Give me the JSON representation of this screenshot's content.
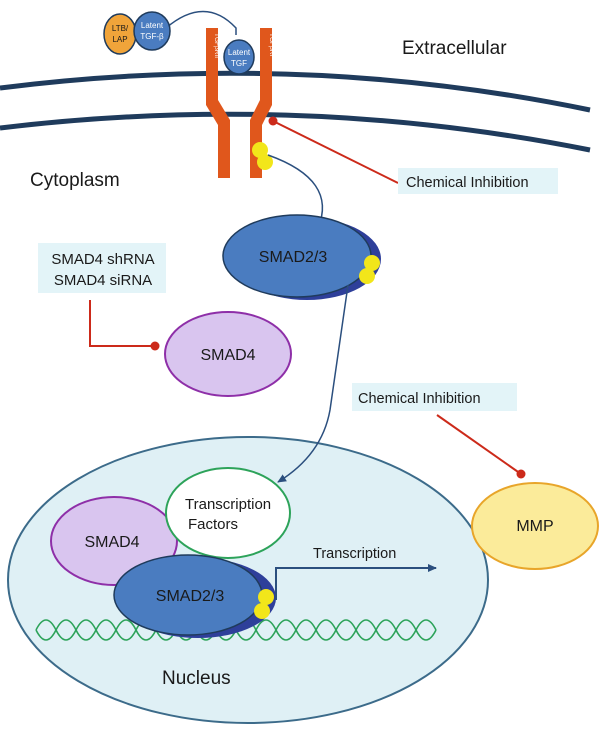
{
  "regions": {
    "extracellular": "Extracellular",
    "cytoplasm": "Cytoplasm",
    "nucleus": "Nucleus"
  },
  "ligands": {
    "ltbp_lap": [
      "LTB/",
      "LAP"
    ],
    "latent_tgf_b_top": [
      "Latent",
      "TGF-β"
    ],
    "latent_tgf_bound": [
      "Latent",
      "TGF"
    ]
  },
  "receptors": {
    "left_label": "TGFβRII",
    "right_label": "TGFβRI"
  },
  "proteins": {
    "smad23_cytoplasm": "SMAD2/3",
    "smad4_cytoplasm": "SMAD4",
    "mmp": "MMP",
    "smad4_nucleus": "SMAD4",
    "smad23_nucleus": "SMAD2/3",
    "transcription_factors": [
      "Transcription",
      "Factors"
    ]
  },
  "annotations": {
    "chemical_inhibition_receptor": "Chemical Inhibition",
    "chemical_inhibition_mmp": "Chemical Inhibition",
    "smad4_knockdown": [
      "SMAD4 shRNA",
      "SMAD4 siRNA"
    ],
    "transcription": "Transcription"
  },
  "colors": {
    "membrane": "#1f3b5c",
    "receptor": "#e0571c",
    "phosphate": "#f2e61a",
    "smad23": "#4a7cc0",
    "smad4": "#d9c5ef",
    "mmp": "#fbeb9a",
    "inhibition": "#cc2a1a",
    "nucleus": "#dff0f5",
    "dna": "#2da35a"
  }
}
